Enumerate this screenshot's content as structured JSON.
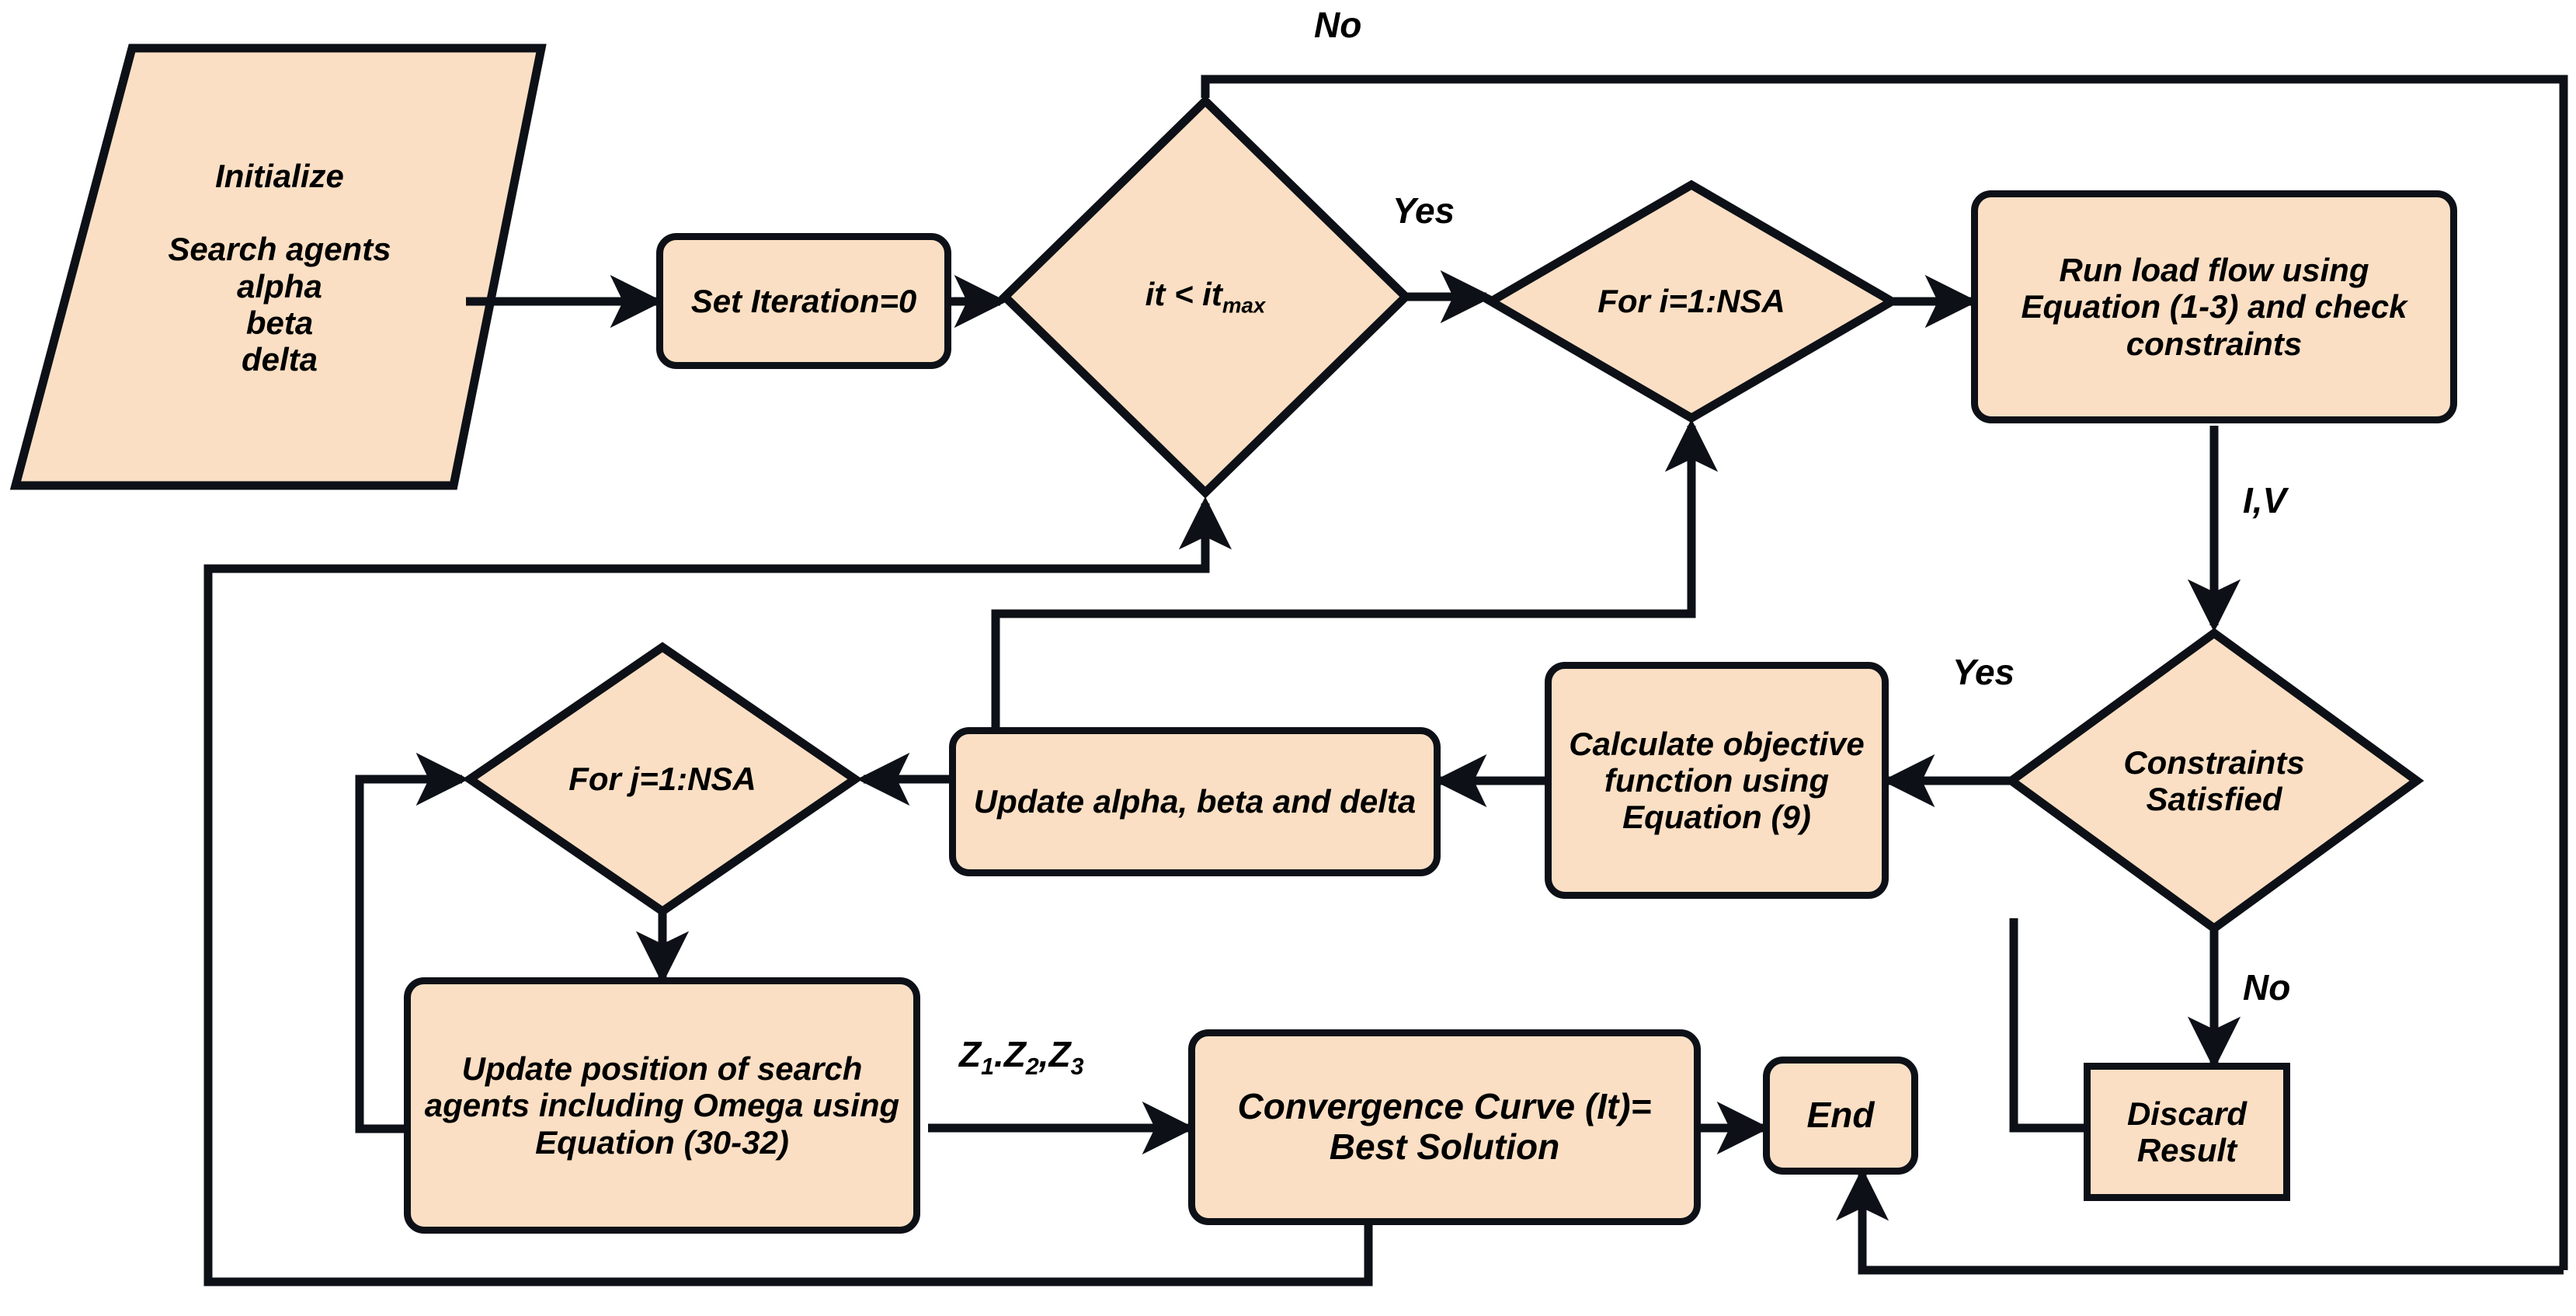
{
  "diagram": {
    "title": "Grey Wolf Optimizer load-flow flowchart",
    "fill_color": "#FBDFC4",
    "stroke_color": "#0d1117",
    "background": "#ffffff"
  },
  "nodes": {
    "initialize": {
      "shape": "parallelogram",
      "lines": [
        "Initialize",
        "",
        "Search agents",
        "alpha",
        "beta",
        "delta"
      ],
      "text": "Initialize\n\nSearch agents\nalpha\nbeta\ndelta"
    },
    "set_iteration": {
      "shape": "rounded-rect",
      "lines": [
        "Set",
        "Iteration=0"
      ],
      "text": "Set Iteration=0"
    },
    "it_lt_itmax": {
      "shape": "diamond",
      "text_main": "it < it",
      "text_sub": "max",
      "text": "it < it max"
    },
    "for_i": {
      "shape": "diamond",
      "text": "For i=1:NSA"
    },
    "run_load_flow": {
      "shape": "rounded-rect",
      "lines": [
        "Run load flow using",
        "Equation (1-3) and",
        "check constraints"
      ],
      "text": "Run load flow using Equation (1-3) and check constraints"
    },
    "constraints_satisfied": {
      "shape": "diamond",
      "lines": [
        "Constraints",
        "Satisfied"
      ],
      "text": "Constraints Satisfied"
    },
    "calculate_objective": {
      "shape": "rounded-rect",
      "lines": [
        "Calculate",
        "objective",
        "function using",
        "Equation (9)"
      ],
      "text": "Calculate objective function using Equation (9)"
    },
    "update_abd": {
      "shape": "rounded-rect",
      "lines": [
        "Update alpha, beta",
        "and delta"
      ],
      "text": "Update alpha, beta and delta"
    },
    "for_j": {
      "shape": "diamond",
      "text": "For j=1:NSA"
    },
    "update_position": {
      "shape": "rounded-rect",
      "lines": [
        "Update position of",
        "search agents",
        "including Omega",
        "using Equation (30-",
        "32)"
      ],
      "text": "Update position of search agents including Omega using Equation (30-32)"
    },
    "convergence_curve": {
      "shape": "rounded-rect",
      "lines": [
        "Convergence Curve",
        "(It)= Best Solution"
      ],
      "text": "Convergence Curve (It)= Best Solution"
    },
    "end": {
      "shape": "rounded-rect",
      "text": "End"
    },
    "discard_result": {
      "shape": "sharp-rect",
      "lines": [
        "Discard",
        "Result"
      ],
      "text": "Discard Result"
    }
  },
  "edge_labels": {
    "no_top": "No",
    "yes_itmax": "Yes",
    "iv": "I,V",
    "yes_constraints": "Yes",
    "no_constraints": "No",
    "z_values_main": "Z",
    "z_values_full": "Z1.Z2,Z3",
    "z1": "1",
    "z_sep1": ".Z",
    "z2": "2",
    "z_sep2": ",Z",
    "z3": "3"
  }
}
